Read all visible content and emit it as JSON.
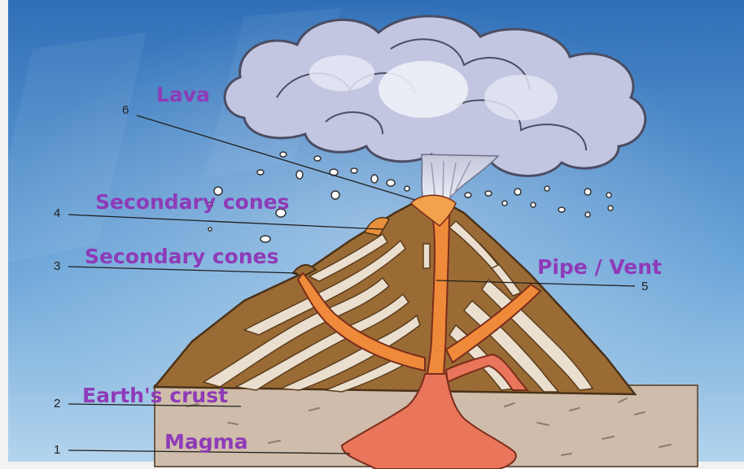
{
  "labels": {
    "lava": "Lava",
    "secondary_upper": "Secondary cones",
    "secondary_lower": "Secondary cones",
    "pipe_vent": "Pipe / Vent",
    "earths_crust": "Earth's crust",
    "magma": "Magma"
  },
  "numbers": {
    "n1": "1",
    "n2": "2",
    "n3": "3",
    "n4": "4",
    "n5": "5",
    "n6": "6"
  },
  "colors": {
    "label_text": "#8e3bb8",
    "sky_top": "#2f6fb8",
    "sky_bottom": "#a9cde9",
    "cloud": "#c9cde4",
    "cone_brown": "#9a6a34",
    "cone_stripe": "#e8dccb",
    "magma": "#e9755a",
    "crust": "#cdb8a6"
  }
}
